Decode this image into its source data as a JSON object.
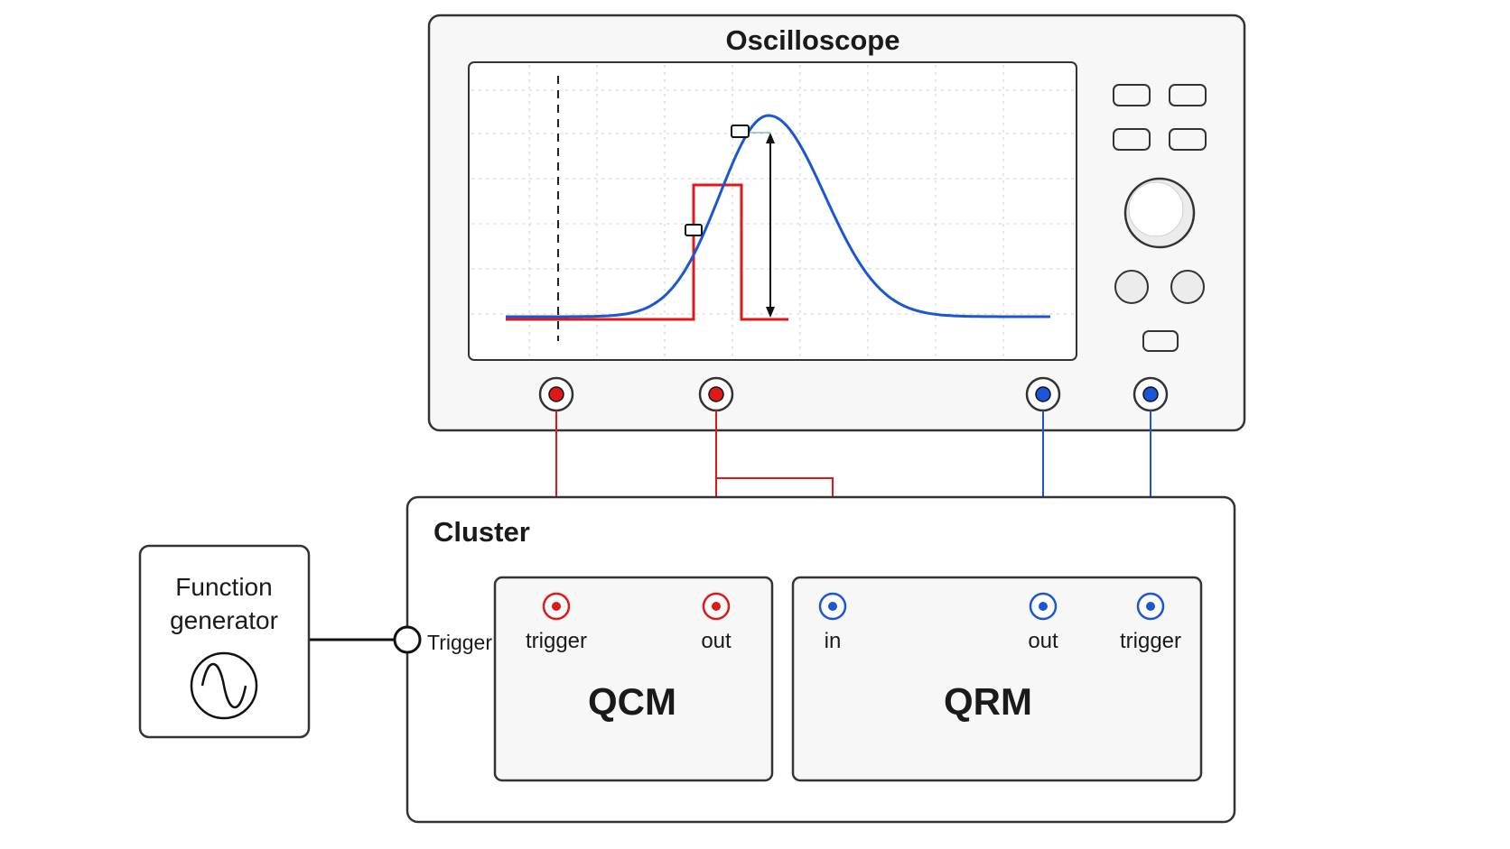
{
  "oscilloscope": {
    "title": "Oscilloscope",
    "channels": [
      {
        "id": "ch1",
        "color": "red"
      },
      {
        "id": "ch2",
        "color": "red"
      },
      {
        "id": "ch3",
        "color": "blue"
      },
      {
        "id": "ch4",
        "color": "blue"
      }
    ]
  },
  "cluster": {
    "title": "Cluster",
    "trigger_label": "Trigger",
    "qcm": {
      "name": "QCM",
      "ports": {
        "trigger": "trigger",
        "out": "out"
      }
    },
    "qrm": {
      "name": "QRM",
      "ports": {
        "in": "in",
        "out": "out",
        "trigger": "trigger"
      }
    }
  },
  "function_generator": {
    "title_line1": "Function",
    "title_line2": "generator",
    "icon": "sine-wave-icon"
  },
  "colors": {
    "red": "#e01818",
    "blue": "#1a56d6",
    "outline": "#222222",
    "panel": "#f7f7f7"
  }
}
